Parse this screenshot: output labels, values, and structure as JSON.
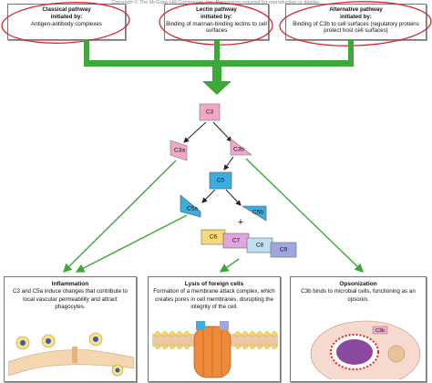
{
  "copyright": "Copyright © The McGraw-Hill Companies, Inc. Permission required for reproduction or display.",
  "pathways": [
    {
      "title": "Classical pathway",
      "sub": "initiated by:",
      "desc": "Antigen-antibody complexes"
    },
    {
      "title": "Lectin pathway",
      "sub": "initiated by:",
      "desc": "Binding of mannan-binding lectins to cell surfaces"
    },
    {
      "title": "Alternative pathway",
      "sub": "initiated by:",
      "desc": "Binding of C3b to cell surfaces (regulatory proteins protect host cell surfaces)"
    }
  ],
  "components": {
    "c3": "C3",
    "c3a": "C3a",
    "c3b": "C3b",
    "c5": "C5",
    "c5a": "C5a",
    "c5b": "C5b",
    "plus": "+",
    "c6": "C6",
    "c7": "C7",
    "c8": "C8",
    "c9": "C9"
  },
  "outcomes": [
    {
      "title": "Inflammation",
      "desc": "C3 and C5a induce changes that contribute to local vascular permeability and attract phagocytes."
    },
    {
      "title": "Lysis of foreign cells",
      "desc": "Formation of a membrane attack complex, which creates pores in cell membranes, disrupting the integrity of the cell."
    },
    {
      "title": "Opsonization",
      "desc": "C3b binds to microbial cells, functioning as an opsonin."
    }
  ],
  "icon_labels": {
    "c3b_tag": "C3b"
  },
  "colors": {
    "green": "#3aa935",
    "pink": "#f2a7c8",
    "blue": "#3aaee0",
    "oval": "#d8262c"
  }
}
